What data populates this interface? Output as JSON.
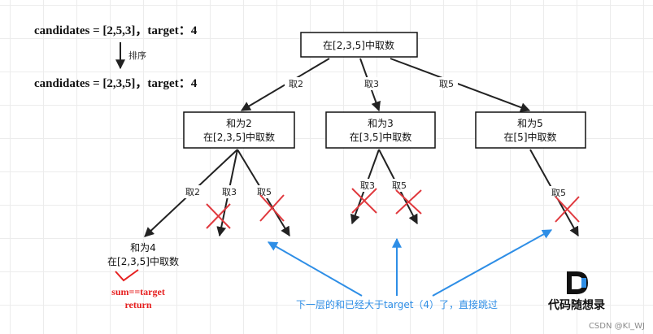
{
  "header": {
    "line1_prefix": "candidates = [2,5,3]",
    "line1_suffix": "，target：4",
    "sort_label": "排序",
    "line2_prefix": "candidates = [2,3,5]",
    "line2_suffix": "，target：4"
  },
  "root": {
    "label": "在[2,3,5]中取数"
  },
  "edges_level1": [
    "取2",
    "取3",
    "取5"
  ],
  "nodes_level1": [
    {
      "line1": "和为2",
      "line2": "在[2,3,5]中取数"
    },
    {
      "line1": "和为3",
      "line2": "在[3,5]中取数"
    },
    {
      "line1": "和为5",
      "line2": "在[5]中取数"
    }
  ],
  "edges_level2": {
    "from_sum2": [
      "取2",
      "取3",
      "取5"
    ],
    "from_sum3": [
      "取3",
      "取5"
    ],
    "from_sum5": [
      "取5"
    ]
  },
  "leaf": {
    "line1": "和为4",
    "line2": "在[2,3,5]中取数"
  },
  "success": {
    "line1": "sum==target",
    "line2": "return"
  },
  "annotation": "下一层的和已经大于target（4）了，直接跳过",
  "brand": {
    "logo_letter": "D",
    "name": "代码随想录"
  },
  "watermark": "CSDN @KI_WJ",
  "colors": {
    "edge": "#333333",
    "prune": "#e0393e",
    "annotation_blue": "#2e8ee6",
    "success_red": "#e62020"
  }
}
